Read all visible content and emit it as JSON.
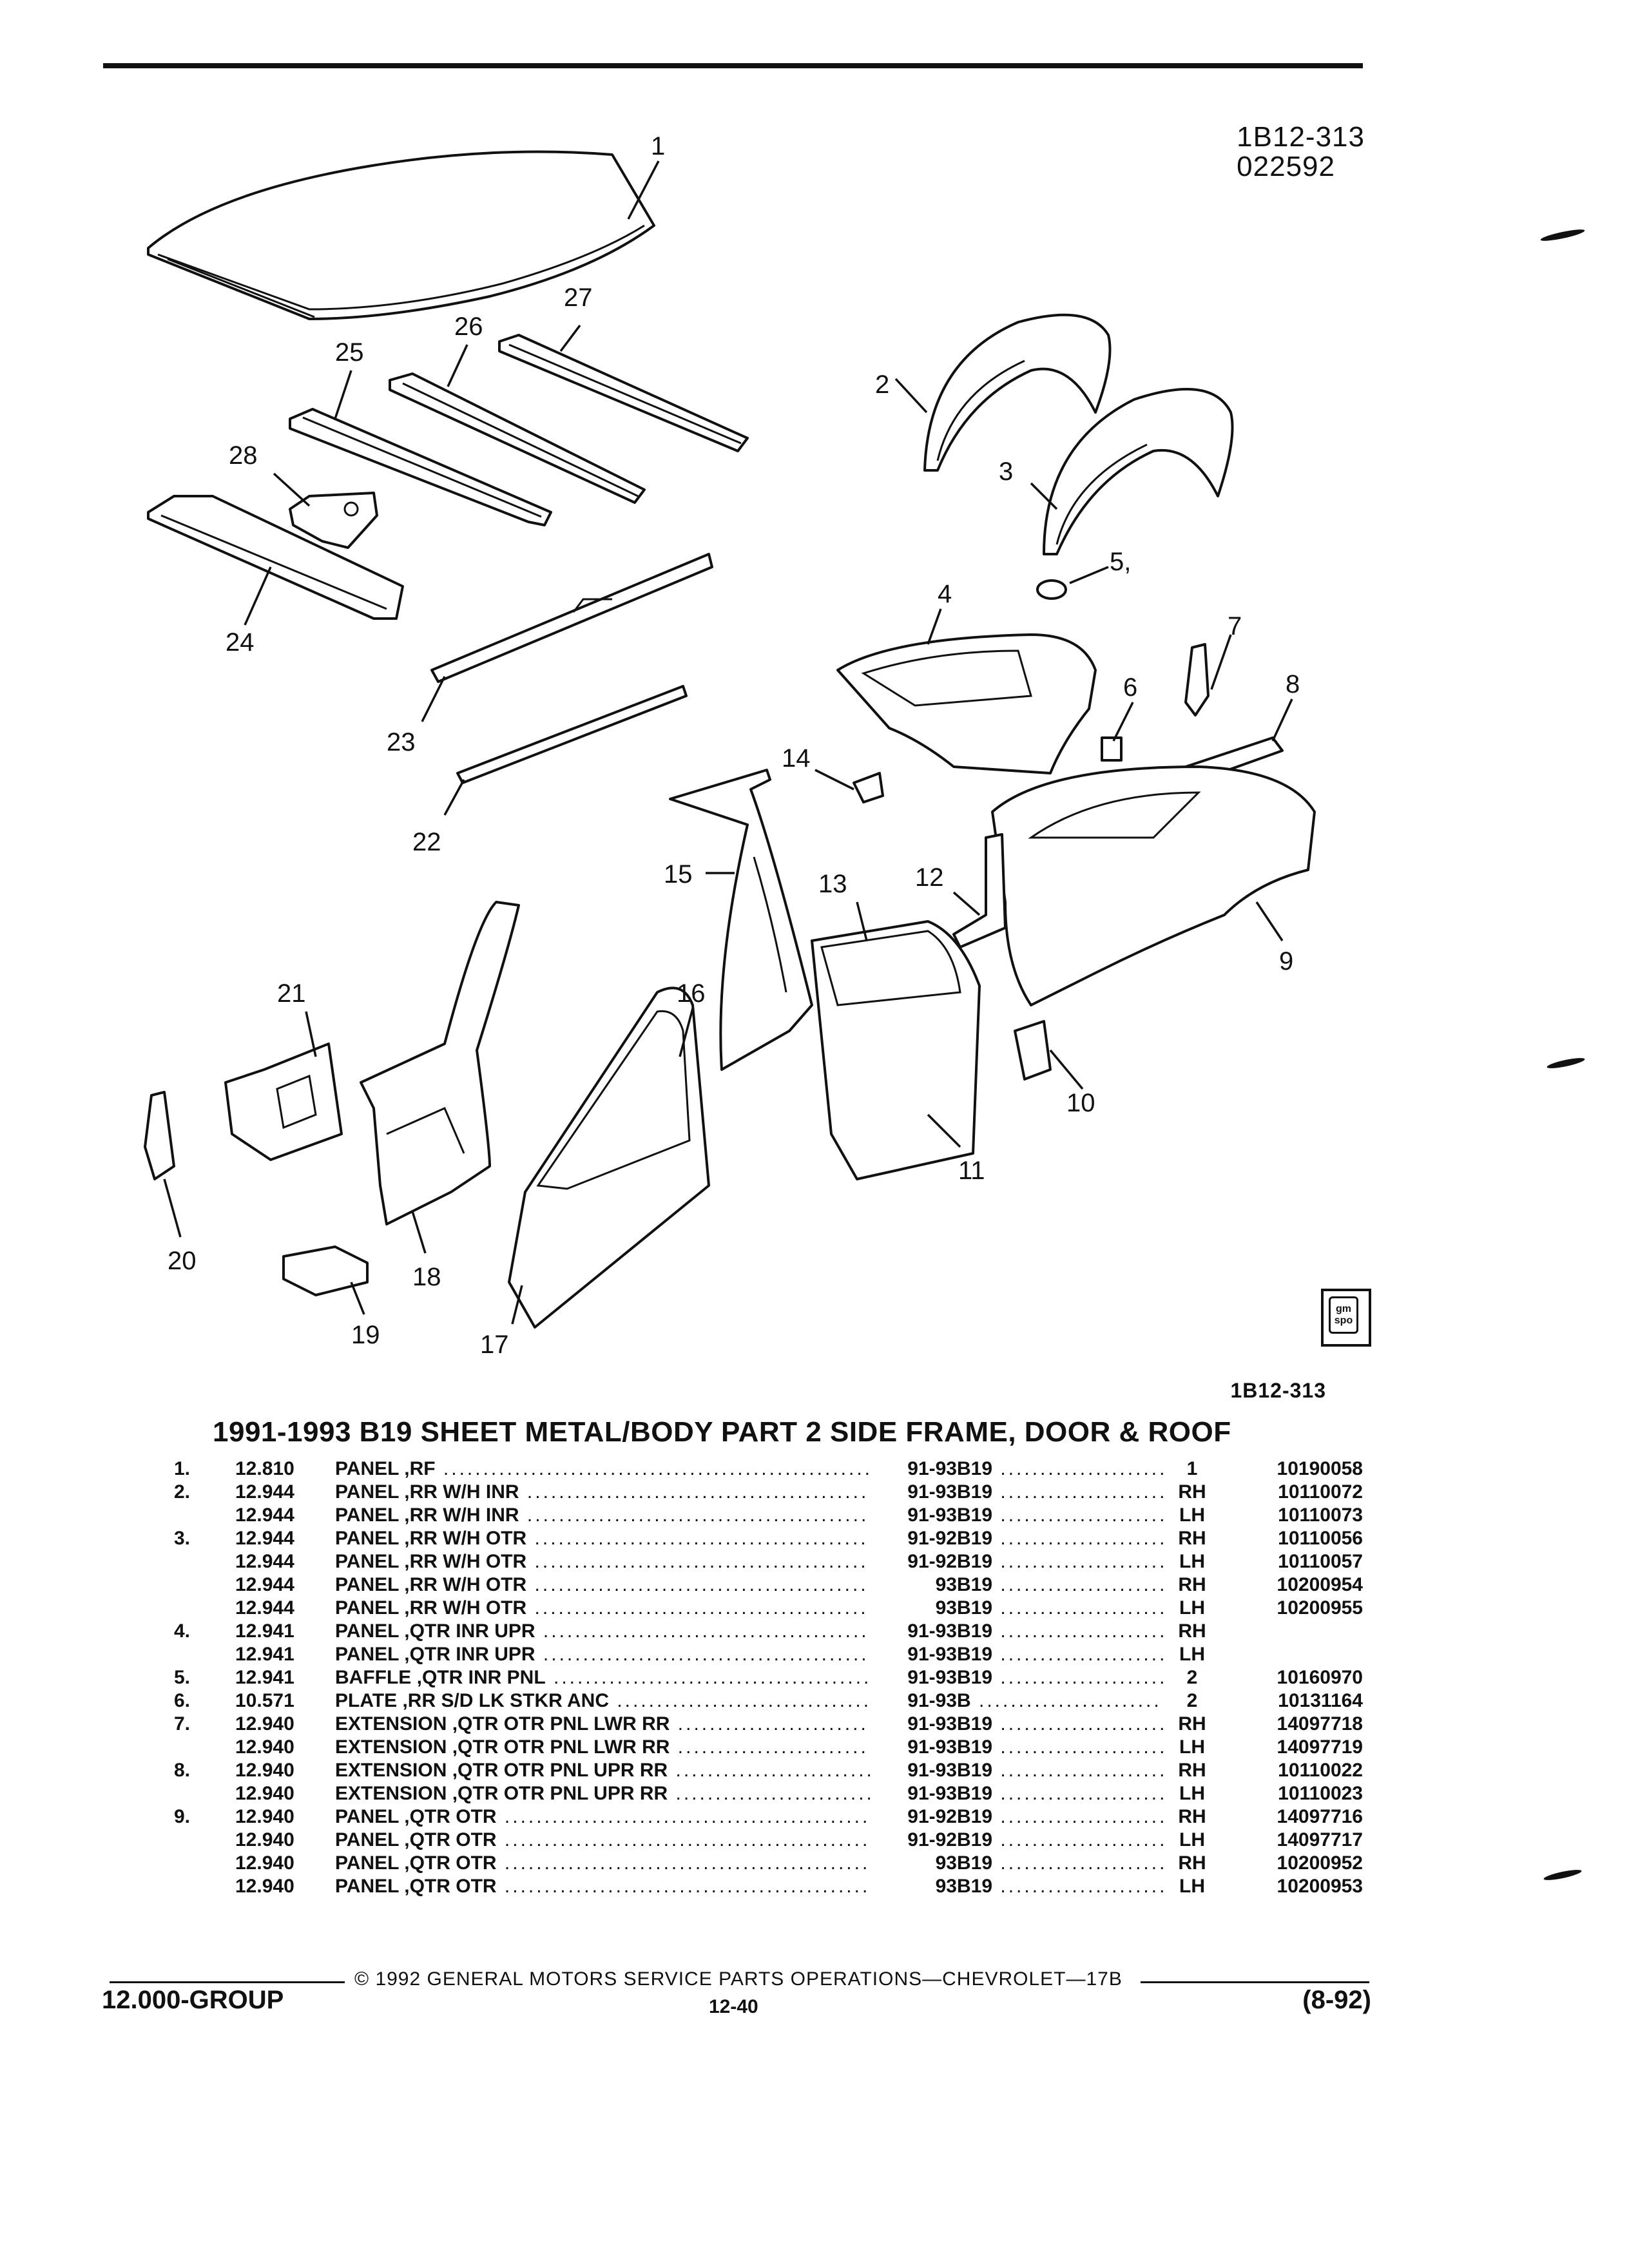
{
  "header": {
    "ref_code_line1": "1B12-313",
    "ref_code_line2": "022592"
  },
  "diagram": {
    "callouts": [
      "1",
      "2",
      "3",
      "4",
      "5,",
      "6",
      "7",
      "8",
      "9",
      "10",
      "11",
      "12",
      "13",
      "14",
      "15",
      "16",
      "17",
      "18",
      "19",
      "20",
      "21",
      "22",
      "23",
      "24",
      "25",
      "26",
      "27",
      "28"
    ],
    "bottom_ref": "1B12-313",
    "logo_text": "gm spo"
  },
  "table": {
    "title": "1991-1993 B19 SHEET METAL/BODY PART 2 SIDE FRAME, DOOR & ROOF",
    "rows": [
      {
        "item": "1.",
        "group": "12.810",
        "desc": "PANEL ,RF",
        "years": "91-93",
        "model": "B19",
        "qty": "1",
        "part": "10190058"
      },
      {
        "item": "2.",
        "group": "12.944",
        "desc": "PANEL ,RR W/H INR",
        "years": "91-93",
        "model": "B19",
        "qty": "RH",
        "part": "10110072"
      },
      {
        "item": "",
        "group": "12.944",
        "desc": "PANEL ,RR W/H INR",
        "years": "91-93",
        "model": "B19",
        "qty": "LH",
        "part": "10110073"
      },
      {
        "item": "3.",
        "group": "12.944",
        "desc": "PANEL ,RR W/H OTR",
        "years": "91-92",
        "model": "B19",
        "qty": "RH",
        "part": "10110056"
      },
      {
        "item": "",
        "group": "12.944",
        "desc": "PANEL ,RR W/H OTR",
        "years": "91-92",
        "model": "B19",
        "qty": "LH",
        "part": "10110057"
      },
      {
        "item": "",
        "group": "12.944",
        "desc": "PANEL ,RR W/H OTR",
        "years": "93",
        "model": "B19",
        "qty": "RH",
        "part": "10200954"
      },
      {
        "item": "",
        "group": "12.944",
        "desc": "PANEL ,RR W/H OTR",
        "years": "93",
        "model": "B19",
        "qty": "LH",
        "part": "10200955"
      },
      {
        "item": "4.",
        "group": "12.941",
        "desc": "PANEL ,QTR INR UPR",
        "years": "91-93",
        "model": "B19",
        "qty": "RH",
        "part": ""
      },
      {
        "item": "",
        "group": "12.941",
        "desc": "PANEL ,QTR INR UPR",
        "years": "91-93",
        "model": "B19",
        "qty": "LH",
        "part": ""
      },
      {
        "item": "5.",
        "group": "12.941",
        "desc": "BAFFLE ,QTR INR PNL",
        "years": "91-93",
        "model": "B19",
        "qty": "2",
        "part": "10160970"
      },
      {
        "item": "6.",
        "group": "10.571",
        "desc": "PLATE ,RR S/D LK STKR ANC",
        "years": "91-93",
        "model": "B",
        "qty": "2",
        "part": "10131164"
      },
      {
        "item": "7.",
        "group": "12.940",
        "desc": "EXTENSION ,QTR OTR PNL LWR RR",
        "years": "91-93",
        "model": "B19",
        "qty": "RH",
        "part": "14097718"
      },
      {
        "item": "",
        "group": "12.940",
        "desc": "EXTENSION ,QTR OTR PNL LWR RR",
        "years": "91-93",
        "model": "B19",
        "qty": "LH",
        "part": "14097719"
      },
      {
        "item": "8.",
        "group": "12.940",
        "desc": "EXTENSION ,QTR OTR PNL UPR RR",
        "years": "91-93",
        "model": "B19",
        "qty": "RH",
        "part": "10110022"
      },
      {
        "item": "",
        "group": "12.940",
        "desc": "EXTENSION ,QTR OTR PNL UPR RR",
        "years": "91-93",
        "model": "B19",
        "qty": "LH",
        "part": "10110023"
      },
      {
        "item": "9.",
        "group": "12.940",
        "desc": "PANEL ,QTR OTR",
        "years": "91-92",
        "model": "B19",
        "qty": "RH",
        "part": "14097716"
      },
      {
        "item": "",
        "group": "12.940",
        "desc": "PANEL ,QTR OTR",
        "years": "91-92",
        "model": "B19",
        "qty": "LH",
        "part": "14097717"
      },
      {
        "item": "",
        "group": "12.940",
        "desc": "PANEL ,QTR OTR",
        "years": "93",
        "model": "B19",
        "qty": "RH",
        "part": "10200952"
      },
      {
        "item": "",
        "group": "12.940",
        "desc": "PANEL ,QTR OTR",
        "years": "93",
        "model": "B19",
        "qty": "LH",
        "part": "10200953"
      }
    ]
  },
  "footer": {
    "copyright": "© 1992 GENERAL MOTORS SERVICE PARTS OPERATIONS—CHEVROLET—17B",
    "group": "12.000-GROUP",
    "page": "12-40",
    "date": "(8-92)"
  }
}
